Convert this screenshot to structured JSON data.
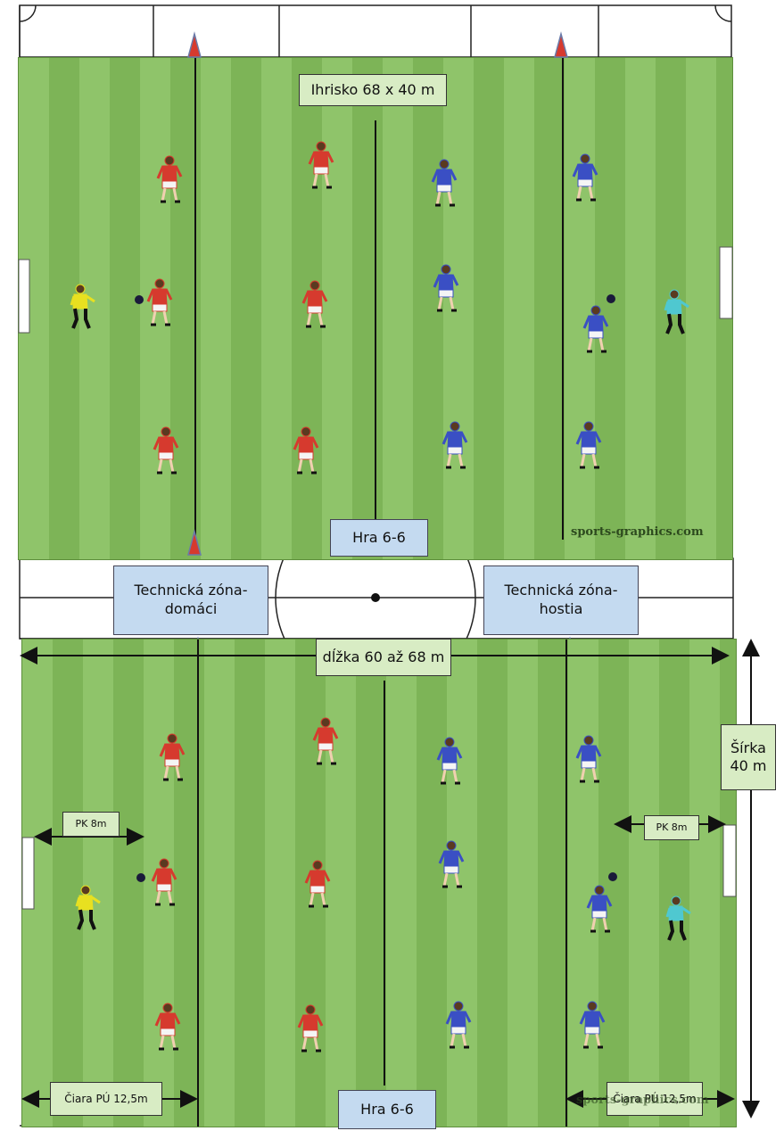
{
  "top_field": {
    "size_label": "Ihrisko 68 x 40 m",
    "game_label": "Hra 6-6",
    "watermark": "sports-graphics.com"
  },
  "technical_zones": {
    "home": [
      "Technická zóna-",
      "domáci"
    ],
    "away": [
      "Technická zóna-",
      "hostia"
    ]
  },
  "bottom_field": {
    "length_label": "dĺžka 60 až 68  m",
    "width_label": [
      "Šírka",
      "40 m"
    ],
    "pk_left": "PK 8m",
    "pk_right": "PK 8m",
    "line_left": "Čiara PÚ 12,5m",
    "line_right": "Čiara PÚ 12,5m",
    "game_label": "Hra 6-6",
    "watermark": "sports-graphics.com"
  },
  "colors": {
    "home_team": "#d63a2e",
    "away_team": "#3a4fc4",
    "home_keeper": "#e8e020",
    "away_keeper": "#4fc8d0",
    "cone": "#d63a2e"
  }
}
